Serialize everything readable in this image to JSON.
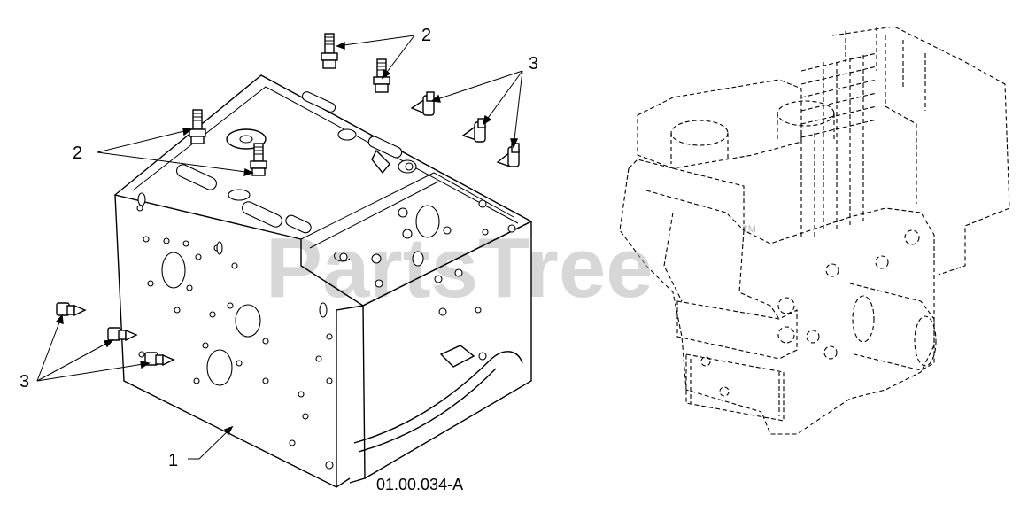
{
  "diagram": {
    "callouts": {
      "part_1": "1",
      "part_2_top": "2",
      "part_2_left": "2",
      "part_3_top": "3",
      "part_3_left": "3"
    },
    "figure_code": "01.00.034-A",
    "watermark": "PartsTree",
    "trademark": "TM"
  },
  "icons": {
    "housing": "frame-housing-icon",
    "stud": "stud-fitting-icon",
    "bolt": "flange-bolt-icon",
    "engine": "engine-outline-icon"
  }
}
